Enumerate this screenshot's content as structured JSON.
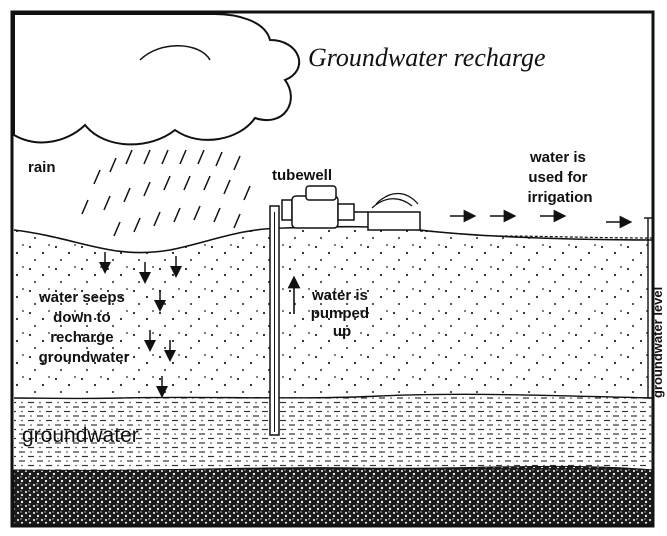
{
  "title": "Groundwater recharge",
  "labels": {
    "rain": "rain",
    "tubewell": "tubewell",
    "irrigation": [
      "water is",
      "used for",
      "irrigation"
    ],
    "pumped": [
      "water is",
      "pumped",
      "up"
    ],
    "seeps": [
      "water seeps",
      "down to",
      "recharge",
      "groundwater"
    ],
    "groundwater": "groundwater",
    "groundwater_level": "groundwater level"
  }
}
